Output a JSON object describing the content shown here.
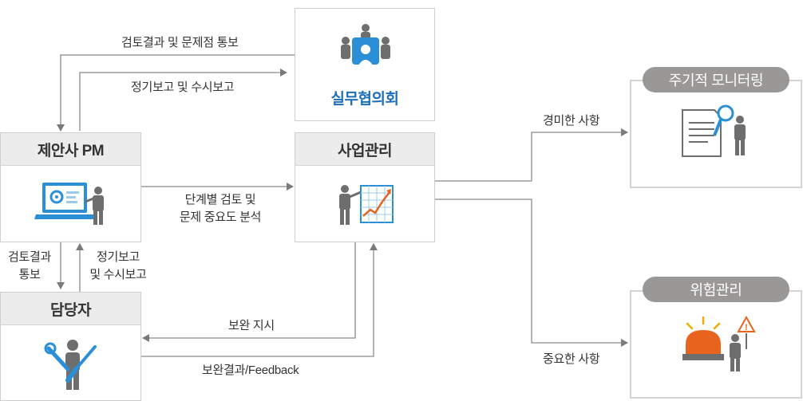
{
  "meeting": {
    "title": "실무협의회"
  },
  "pm": {
    "title": "제안사 PM"
  },
  "business": {
    "title": "사업관리"
  },
  "staff": {
    "title": "담당자"
  },
  "monitoring": {
    "title": "주기적 모니터링"
  },
  "risk": {
    "title": "위험관리"
  },
  "labels": {
    "review_notice": "검토결과 및 문제점 통보",
    "regular_report_top": "정기보고 및 수시보고",
    "stage_review_line1": "단계별 검토 및",
    "stage_review_line2": "문제 중요도 분석",
    "minor": "경미한 사항",
    "major": "중요한 사항",
    "review_result_line1": "검토결과",
    "review_result_line2": "통보",
    "regular_line1": "정기보고",
    "regular_line2": "및 수시보고",
    "supplement": "보완 지시",
    "feedback": "보완결과/Feedback"
  },
  "colors": {
    "accent_blue": "#1f6fb8",
    "icon_blue": "#2a8fd6",
    "gray": "#7a7a7a",
    "alert_orange": "#e8641e"
  }
}
